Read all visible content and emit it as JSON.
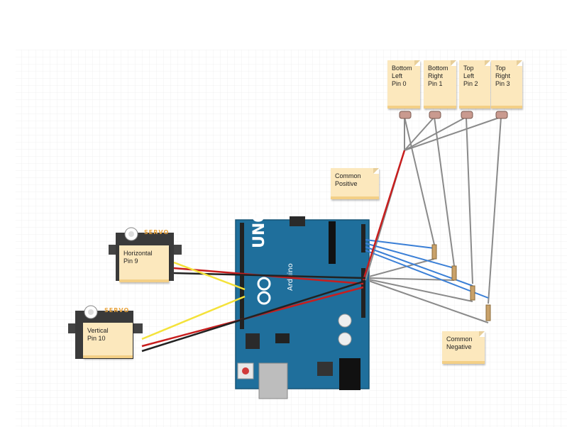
{
  "notes": {
    "bottom_left": {
      "lines": [
        "Bottom",
        "Left",
        "",
        "Pin 0"
      ]
    },
    "bottom_right": {
      "lines": [
        "Bottom",
        "Right",
        "",
        "Pin 1"
      ]
    },
    "top_left": {
      "lines": [
        "Top",
        "Left",
        "",
        "Pin 2"
      ]
    },
    "top_right": {
      "lines": [
        "Top",
        "Right",
        "",
        "Pin 3"
      ]
    },
    "common_positive": {
      "lines": [
        "Common",
        "Positive"
      ]
    },
    "common_negative": {
      "lines": [
        "Common",
        "Negative"
      ]
    }
  },
  "servos": {
    "horizontal": {
      "brand": "SERVO",
      "lines": [
        "Horizontal",
        "Pin 9"
      ]
    },
    "vertical": {
      "brand": "SERVO",
      "lines": [
        "Vertical",
        "Pin 10"
      ]
    }
  },
  "arduino": {
    "model": "UNO",
    "brand": "Arduino"
  },
  "colors": {
    "board": "#1f6f9c",
    "wire_red": "#c81e1e",
    "wire_black": "#222222",
    "wire_yellow": "#f4e23a",
    "wire_blue": "#3a7fd6",
    "wire_gray": "#8a8a8a",
    "note_bg": "#fce8bd",
    "grid": "#e6e6e6"
  }
}
